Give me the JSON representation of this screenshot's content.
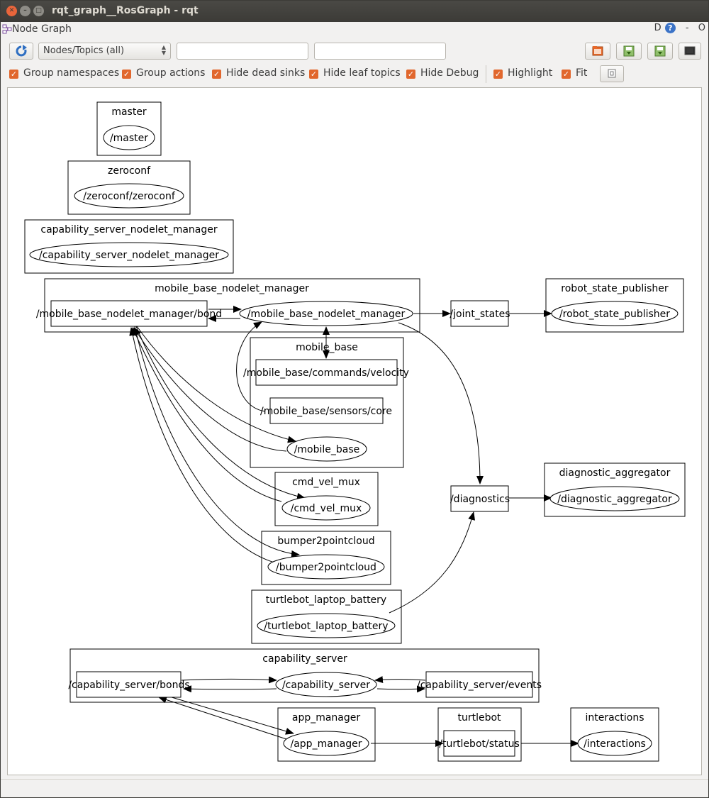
{
  "window": {
    "title": "rqt_graph__RosGraph - rqt"
  },
  "plugin": {
    "title": "Node Graph",
    "ctrl_d": "D",
    "help": "?",
    "ctrl_dash": "-",
    "ctrl_o": "O"
  },
  "toolbar": {
    "filter_value": "Nodes/Topics (all)",
    "ns_filter_value": "",
    "topic_filter_value": ""
  },
  "options": {
    "group_namespaces": "Group namespaces",
    "group_actions": "Group actions",
    "hide_dead_sinks": "Hide dead sinks",
    "hide_leaf_topics": "Hide leaf topics",
    "hide_debug": "Hide Debug",
    "highlight": "Highlight",
    "fit": "Fit"
  },
  "graph": {
    "clusters": {
      "master": "master",
      "zeroconf": "zeroconf",
      "capability_server_nodelet_manager": "capability_server_nodelet_manager",
      "mobile_base_nodelet_manager": "mobile_base_nodelet_manager",
      "robot_state_publisher": "robot_state_publisher",
      "mobile_base": "mobile_base",
      "cmd_vel_mux": "cmd_vel_mux",
      "diagnostic_aggregator": "diagnostic_aggregator",
      "bumper2pointcloud": "bumper2pointcloud",
      "turtlebot_laptop_battery": "turtlebot_laptop_battery",
      "capability_server": "capability_server",
      "app_manager": "app_manager",
      "turtlebot": "turtlebot",
      "interactions": "interactions"
    },
    "nodes": {
      "master": "/master",
      "zeroconf": "/zeroconf/zeroconf",
      "capability_server_nodelet_manager": "/capability_server_nodelet_manager",
      "mobile_base_nodelet_manager": "/mobile_base_nodelet_manager",
      "robot_state_publisher": "/robot_state_publisher",
      "mobile_base": "/mobile_base",
      "cmd_vel_mux": "/cmd_vel_mux",
      "diagnostic_aggregator": "/diagnostic_aggregator",
      "bumper2pointcloud": "/bumper2pointcloud",
      "turtlebot_laptop_battery": "/turtlebot_laptop_battery",
      "capability_server": "/capability_server",
      "app_manager": "/app_manager",
      "interactions": "/interactions"
    },
    "topics": {
      "bond": "/mobile_base_nodelet_manager/bond",
      "joint_states": "/joint_states",
      "commands_velocity": "/mobile_base/commands/velocity",
      "sensors_core": "/mobile_base/sensors/core",
      "diagnostics": "/diagnostics",
      "capability_bonds": "/capability_server/bonds",
      "capability_events": "/capability_server/events",
      "turtlebot_status": "/turtlebot/status"
    }
  }
}
